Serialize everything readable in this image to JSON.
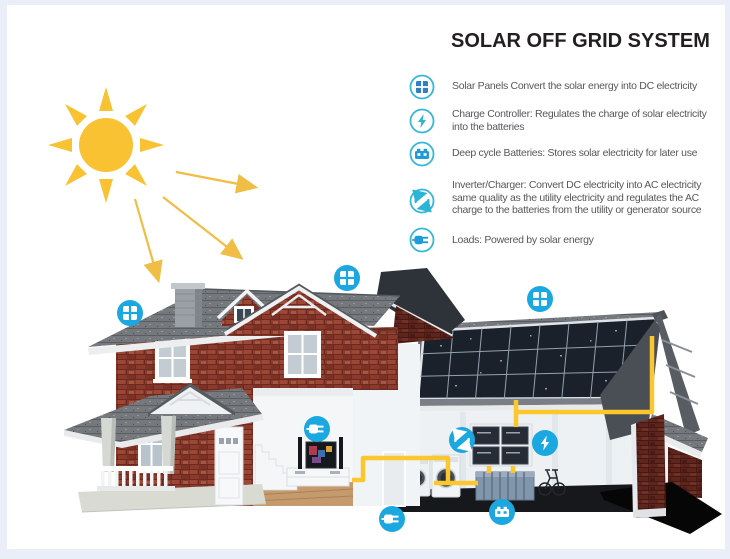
{
  "title": "SOLAR OFF GRID SYSTEM",
  "legend": {
    "items": [
      {
        "icon": "solar-panels-icon",
        "text": "Solar Panels Convert the solar energy into DC electricity"
      },
      {
        "icon": "charge-controller-icon",
        "text": "Charge Controller: Regulates the charge of solar electricity into the batteries"
      },
      {
        "icon": "deep-cycle-batteries-icon",
        "text": "Deep cycle Batteries: Stores solar electricity for later use"
      },
      {
        "icon": "inverter-charger-icon",
        "text": "Inverter/Charger: Convert DC electricity into AC electricity same quality as the utility electricity and regulates the AC charge to the batteries from the utility or generator source"
      },
      {
        "icon": "loads-icon",
        "text": "Loads: Powered by solar energy"
      }
    ]
  },
  "diagram": {
    "markers": [
      "solar-panels-left-roof",
      "solar-panels-ridge",
      "solar-panels-array-roof",
      "loads-tv",
      "inverter-charger-unit",
      "charge-controller-unit",
      "battery-bank",
      "loads-washer"
    ]
  },
  "colors": {
    "frame_blue": "#e9eef8",
    "marker_blue": "#1ba7e0",
    "legend_teal": "#36b7d8",
    "legend_blue": "#2f7fc4",
    "sun_yellow": "#f8c233",
    "wire_yellow": "#fcc62d",
    "title_black": "#221f20",
    "text_gray": "#56585a"
  }
}
